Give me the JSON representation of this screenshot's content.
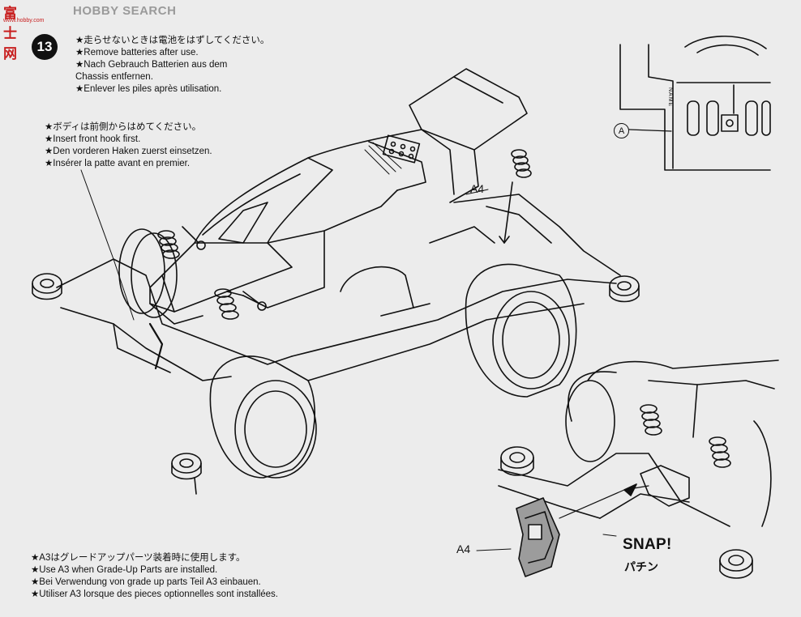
{
  "watermark": {
    "logo": "富士网",
    "sub": "www.hobby.com",
    "search": "HOBBY SEARCH"
  },
  "step": {
    "number": "13"
  },
  "notes_top": [
    "★走らせないときは電池をはずしてください。",
    "★Remove batteries after use.",
    "★Nach Gebrauch Batterien aus dem",
    "Chassis entfernen.",
    "★Enlever les piles après utilisation."
  ],
  "notes_mid": [
    "★ボディは前側からはめてください。",
    "★Insert front hook first.",
    "★Den vorderen Haken zuerst einsetzen.",
    "★Insérer la patte avant en premier."
  ],
  "notes_bottom": [
    "★A3はグレードアップパーツ装着時に使用します。",
    "★Use A3 when Grade-Up Parts are installed.",
    "★Bei Verwendung von grade up parts Teil A3 einbauen.",
    "★Utiliser A3 lorsque des pieces optionnelles sont installées."
  ],
  "labels": {
    "a4_top": "A4",
    "a4_bottom": "A4",
    "part_a": "A",
    "name_plate": "NAME",
    "snap_en": "SNAP!",
    "snap_jp": "パチン"
  },
  "icons": {
    "car_body": "car-body-illustration",
    "chassis": "chassis-illustration",
    "inset": "detail-inset-illustration",
    "clip": "a4-clip-part"
  },
  "colors": {
    "paper": "#ececec",
    "ink": "#111111",
    "watermark_red": "#c82020",
    "watermark_gray": "#9a9a9a"
  }
}
